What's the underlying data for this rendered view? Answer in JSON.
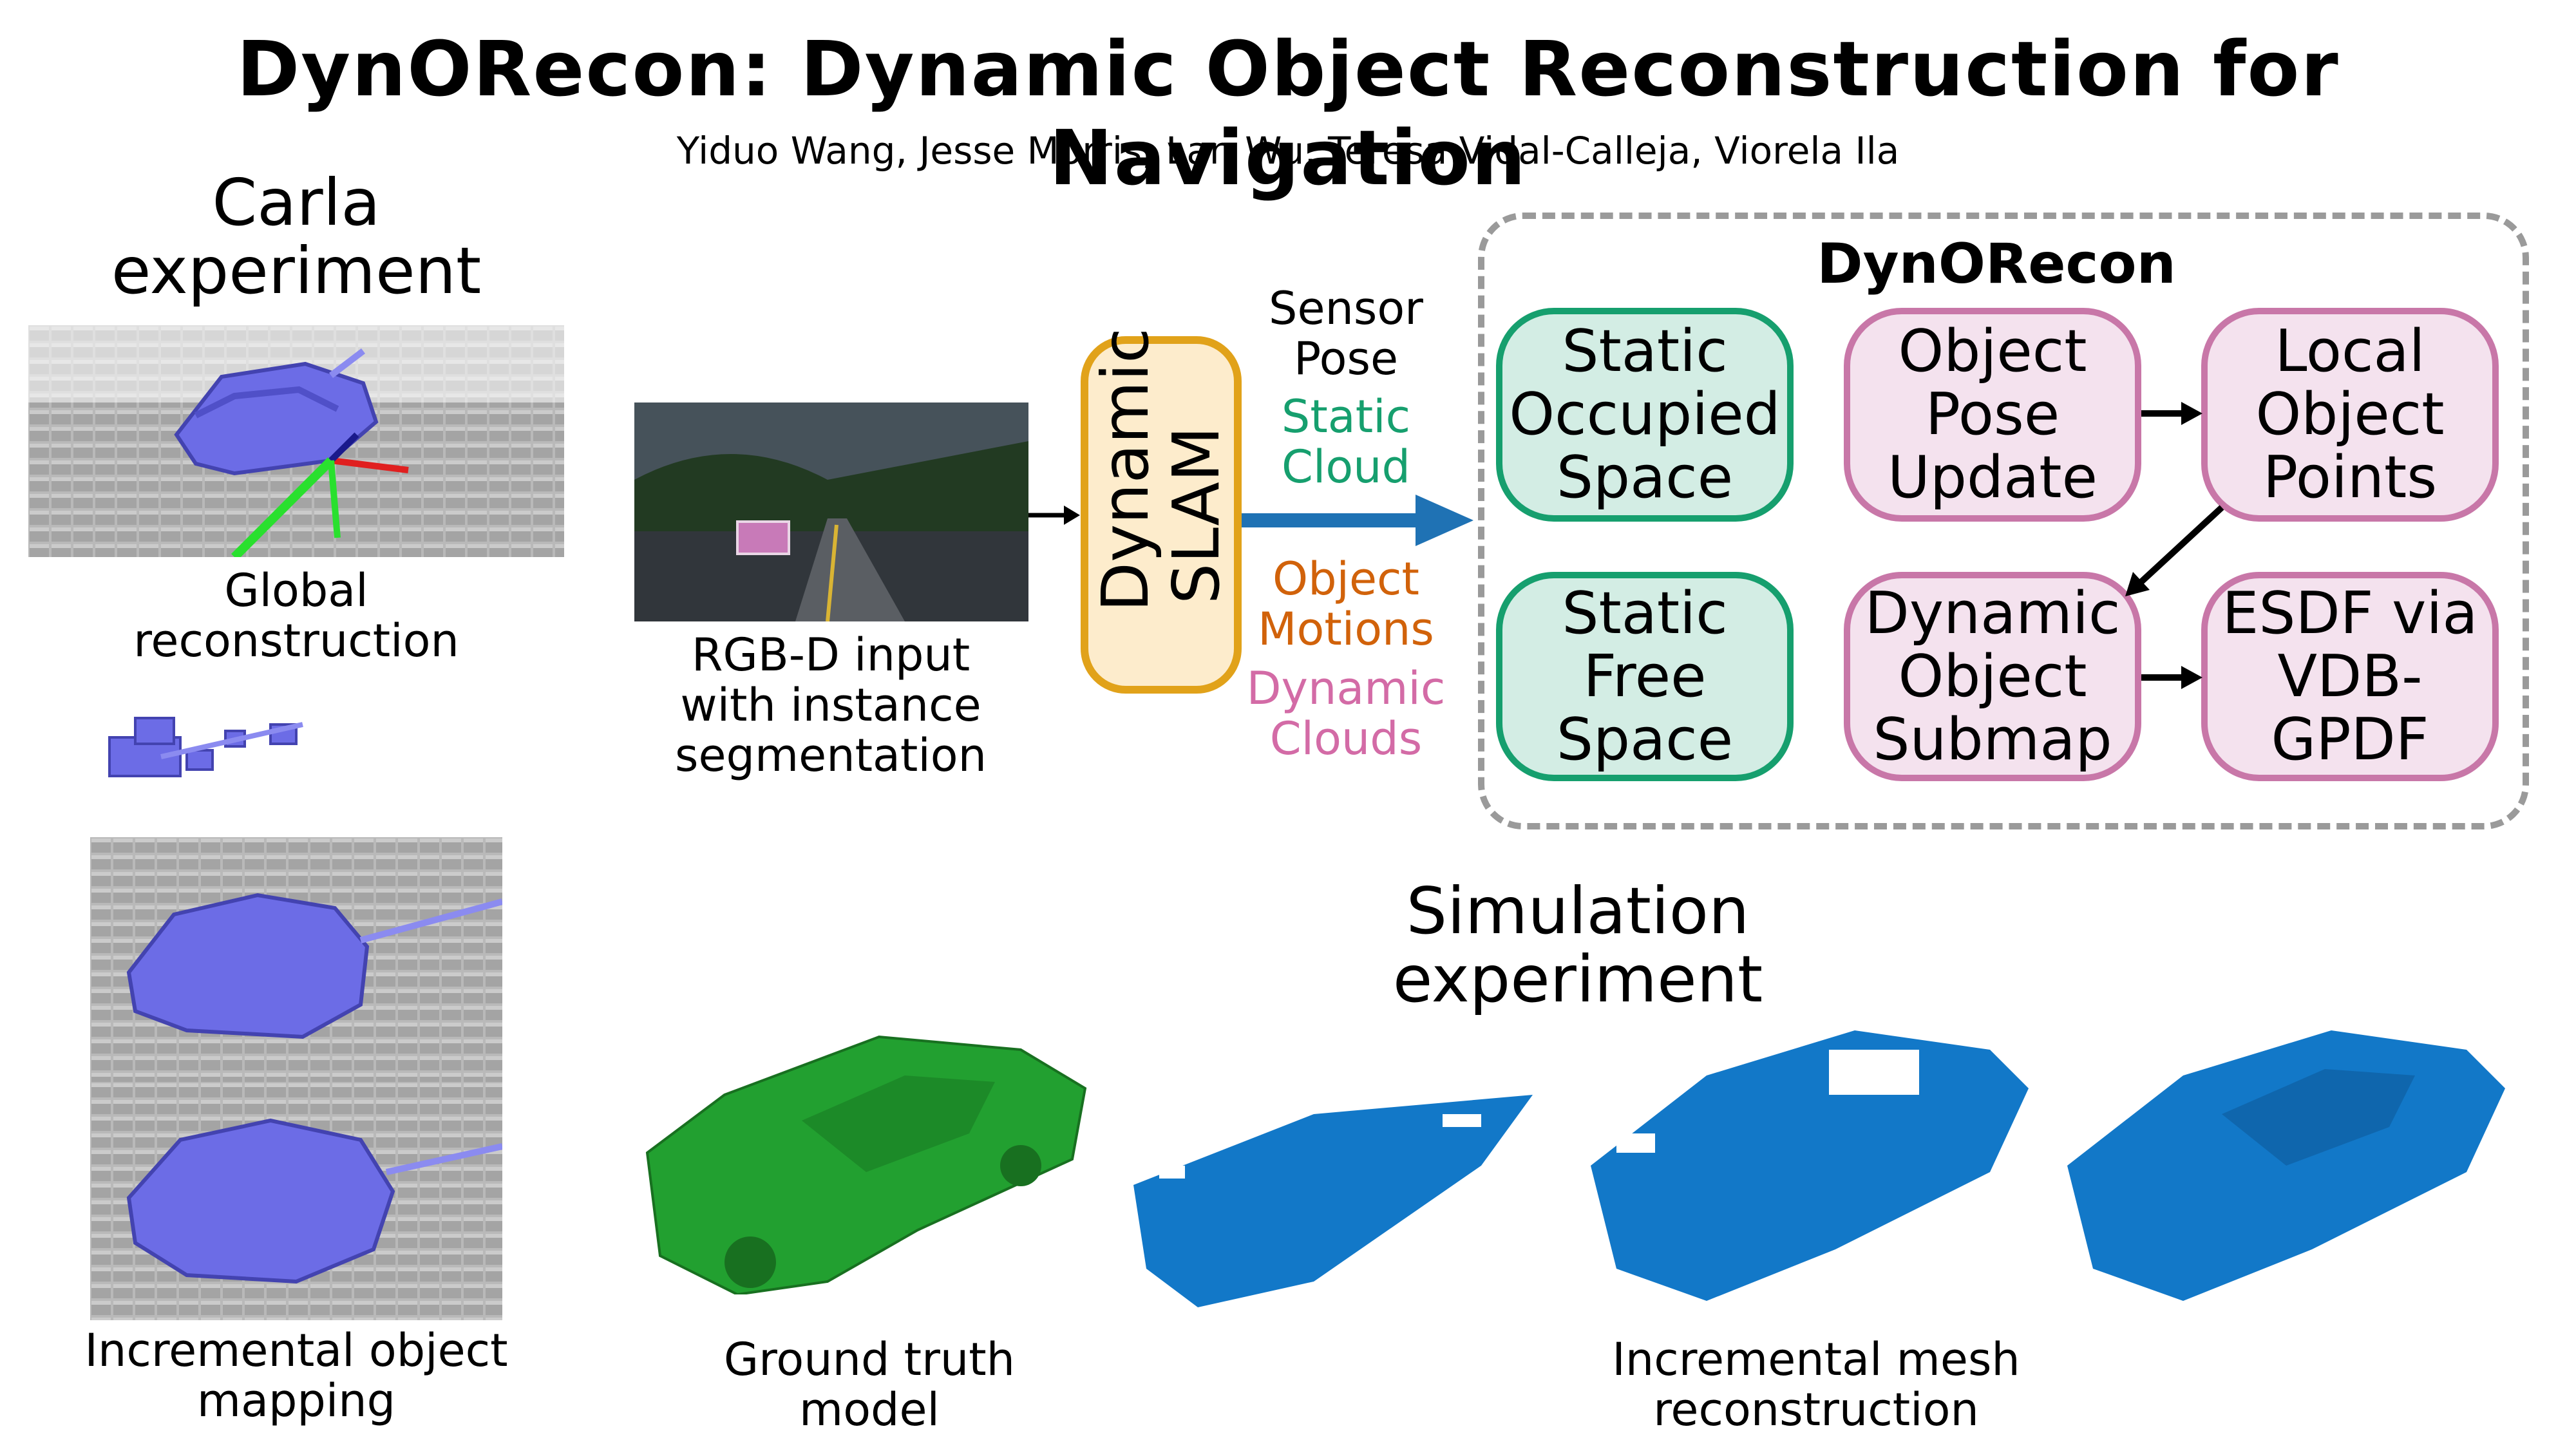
{
  "header": {
    "title": "DynORecon: Dynamic Object Reconstruction for Navigation",
    "authors": "Yiduo Wang, Jesse Morris, Lan Wu, Teresa Vidal-Calleja, Viorela Ila"
  },
  "carla": {
    "heading": "Carla experiment",
    "global_caption": "Global reconstruction",
    "incremental_caption": "Incremental object mapping"
  },
  "input": {
    "caption": "RGB-D input with instance segmentation"
  },
  "slam": {
    "label": "Dynamic SLAM"
  },
  "edge_labels": {
    "sensor_pose": "Sensor Pose",
    "static_cloud": "Static Cloud",
    "object_motions": "Object Motions",
    "dynamic_clouds": "Dynamic Clouds"
  },
  "dynorecon": {
    "title": "DynORecon",
    "static_occupied": "Static Occupied Space",
    "static_free": "Static Free Space",
    "object_pose_update": "Object Pose Update",
    "local_object_points": "Local Object Points",
    "dynamic_object_submap": "Dynamic Object Submap",
    "esdf": "ESDF via VDB-GPDF"
  },
  "simulation": {
    "heading": "Simulation experiment",
    "gt_caption": "Ground truth model",
    "mesh_caption": "Incremental mesh reconstruction"
  },
  "colors": {
    "green_border": "#169f6e",
    "green_fill": "#d3ede4",
    "pink_border": "#c877a8",
    "pink_fill": "#f4e2ee",
    "slam_border": "#e1a21a",
    "slam_fill": "#fdeccc",
    "arrow_blue": "#1f72b4",
    "static_cloud_text": "#169f6e",
    "object_motions_text": "#d1620a",
    "dynamic_clouds_text": "#d36ba6",
    "voxel_purple": "#6c6ce6",
    "mesh_blue": "#1278c8",
    "gt_green": "#22a030"
  }
}
